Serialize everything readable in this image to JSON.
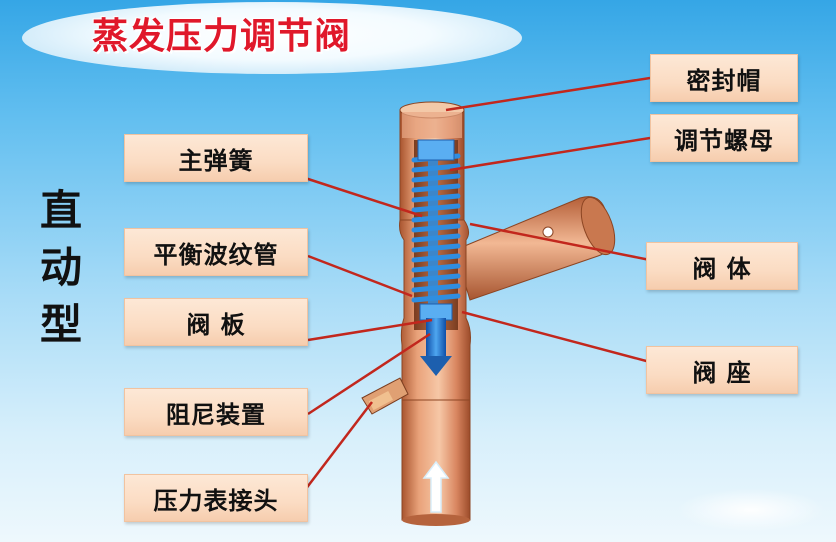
{
  "title": "蒸发压力调节阀",
  "side_label": [
    "直",
    "动",
    "型"
  ],
  "labels": {
    "seal_cap": "密封帽",
    "adjust_nut": "调节螺母",
    "main_spring": "主弹簧",
    "bellows": "平衡波纹管",
    "valve_body": "阀 体",
    "valve_plate": "阀 板",
    "valve_seat": "阀 座",
    "damping_device": "阻尼装置",
    "gauge_connector": "压力表接头"
  },
  "colors": {
    "title": "#e0182a",
    "leader_line": "#c2271d",
    "label_fill": "#fbdcc3",
    "copper": "#d9825a",
    "spring": "#2f8ee0"
  },
  "icons": [
    "flow-arrow-icon"
  ]
}
